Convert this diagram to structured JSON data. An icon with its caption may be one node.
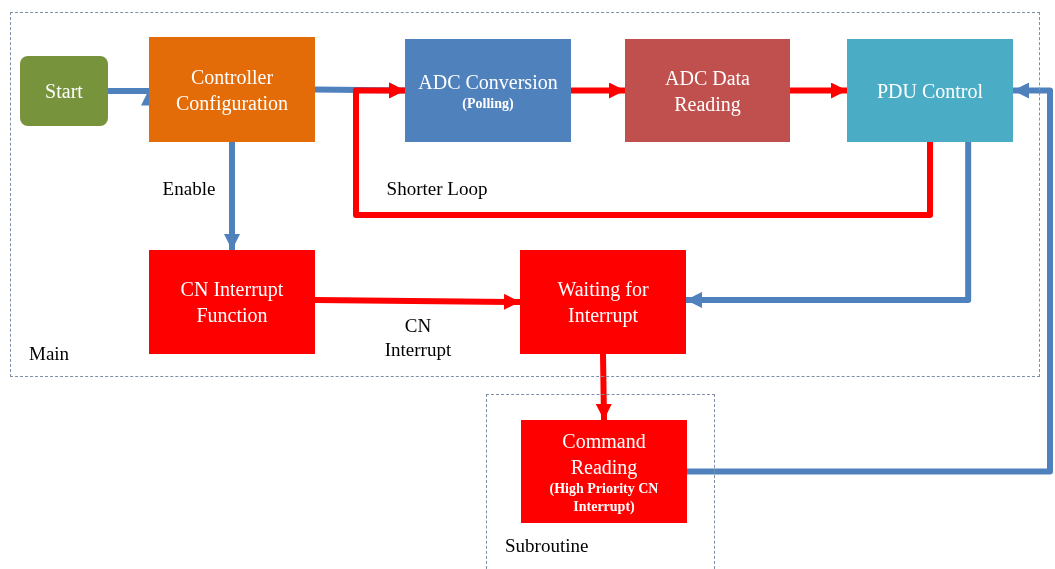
{
  "diagram": {
    "nodes": [
      {
        "text": [
          "Main"
        ]
      },
      {
        "text": [
          "Start"
        ],
        "in": 0
      },
      {
        "text": [
          "Controller Configuration"
        ],
        "in": 0
      },
      {
        "text": [
          "ADC Conversion",
          "(Polling)"
        ],
        "in": 0
      },
      {
        "text": [
          "ADC Data Reading"
        ],
        "in": 0
      },
      {
        "text": [
          "PDU Control"
        ],
        "in": 0
      },
      {
        "text": [
          "CN Interrupt Function"
        ],
        "in": 0
      },
      {
        "text": [
          "Waiting for Interrupt"
        ],
        "in": 0
      },
      {
        "text": [
          "Subroutine"
        ]
      },
      {
        "text": [
          "Command Reading",
          "(High Priority CN Interrupt)"
        ],
        "in": 8
      }
    ],
    "edges": [
      {
        "from": 1,
        "to": 2,
        "arrow": "to"
      },
      {
        "from": 2,
        "to": 3,
        "arrow": "to"
      },
      {
        "from": 3,
        "to": 4,
        "arrow": "to",
        "color": "#ff0000"
      },
      {
        "from": 4,
        "to": 5,
        "arrow": "to",
        "color": "#ff0000"
      },
      {
        "from": 5,
        "to": 3,
        "arrow": "to",
        "label": "Shorter Loop",
        "color": "#ff0000"
      },
      {
        "from": 2,
        "to": 6,
        "arrow": "to",
        "label": "Enable"
      },
      {
        "from": 5,
        "to": 7,
        "arrow": "to"
      },
      {
        "from": 6,
        "to": 7,
        "arrow": "to",
        "label": "CN Interrupt",
        "color": "#ff0000"
      },
      {
        "from": 7,
        "to": 9,
        "arrow": "to",
        "color": "#ff0000"
      },
      {
        "from": 9,
        "to": 5,
        "arrow": "to"
      }
    ]
  }
}
